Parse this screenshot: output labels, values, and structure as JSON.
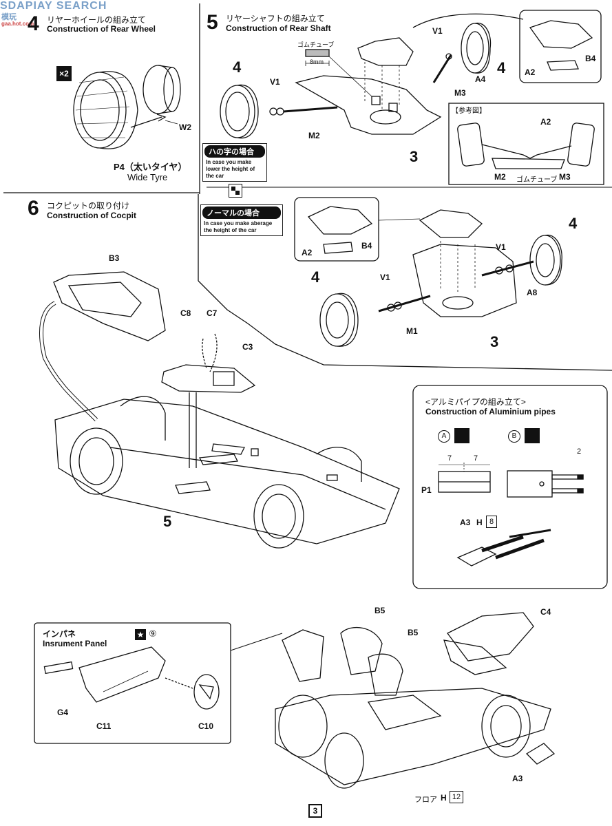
{
  "watermark": {
    "text": "SDAPIAY SEARCH",
    "side": "模玩",
    "url": "gaa.hot.com"
  },
  "step4": {
    "num": "4",
    "jp": "リヤーホイールの組み立て",
    "en": "Construction of Rear Wheel",
    "qty": "×2",
    "labels": {
      "w2": "W2",
      "p4": "P4（太いタイヤ）",
      "wide": "Wide Tyre"
    }
  },
  "step5": {
    "num": "5",
    "jp": "リヤーシャフトの組み立て",
    "en": "Construction of Rear Shaft",
    "tube": "ゴムチューブ",
    "tube_len": "8mm",
    "labels": {
      "v1a": "V1",
      "four_a": "4",
      "m2": "M2",
      "three_a": "3",
      "v1b": "V1",
      "four_b": "4",
      "a4": "A4",
      "m3": "M3",
      "a2": "A2",
      "b4": "B4"
    },
    "case1_jp": "ハの字の場合",
    "case1_en": "In case you make lower the height of the car",
    "ref": "【参考図】",
    "ref_labels": {
      "a2": "A2",
      "m2": "M2",
      "tube": "ゴムチューブ",
      "m3": "M3"
    },
    "case2_jp": "ノーマルの場合",
    "case2_en": "In case you make aberage the height of the car",
    "normal_labels": {
      "a2": "A2",
      "b4": "B4",
      "four_c": "4",
      "v1c": "V1",
      "v1d": "V1",
      "a8": "A8",
      "four_d": "4",
      "m1": "M1",
      "three_b": "3"
    }
  },
  "step6": {
    "num": "6",
    "jp": "コクピットの取り付け",
    "en": "Construction of Cocpit",
    "labels": {
      "b3": "B3",
      "c8": "C8",
      "c7": "C7",
      "c3": "C3",
      "five": "5"
    }
  },
  "alu": {
    "jp": "<アルミパイプの組み立て>",
    "en": "Construction of Aluminium pipes",
    "a": "A",
    "b": "B",
    "dim7a": "7",
    "dim7b": "7",
    "dim2": "2",
    "p1": "P1",
    "a3": "A3",
    "h": "H",
    "h_num": "8"
  },
  "inst": {
    "jp": "インパネ",
    "en": "Insrument Panel",
    "paint": "⑨",
    "labels": {
      "g4": "G4",
      "c11": "C11",
      "c10": "C10"
    }
  },
  "bottom": {
    "labels": {
      "b5a": "B5",
      "b5b": "B5",
      "c4": "C4",
      "a3": "A3",
      "floor": "フロア",
      "h": "H",
      "h_num": "12"
    }
  },
  "page": {
    "number": "3"
  }
}
